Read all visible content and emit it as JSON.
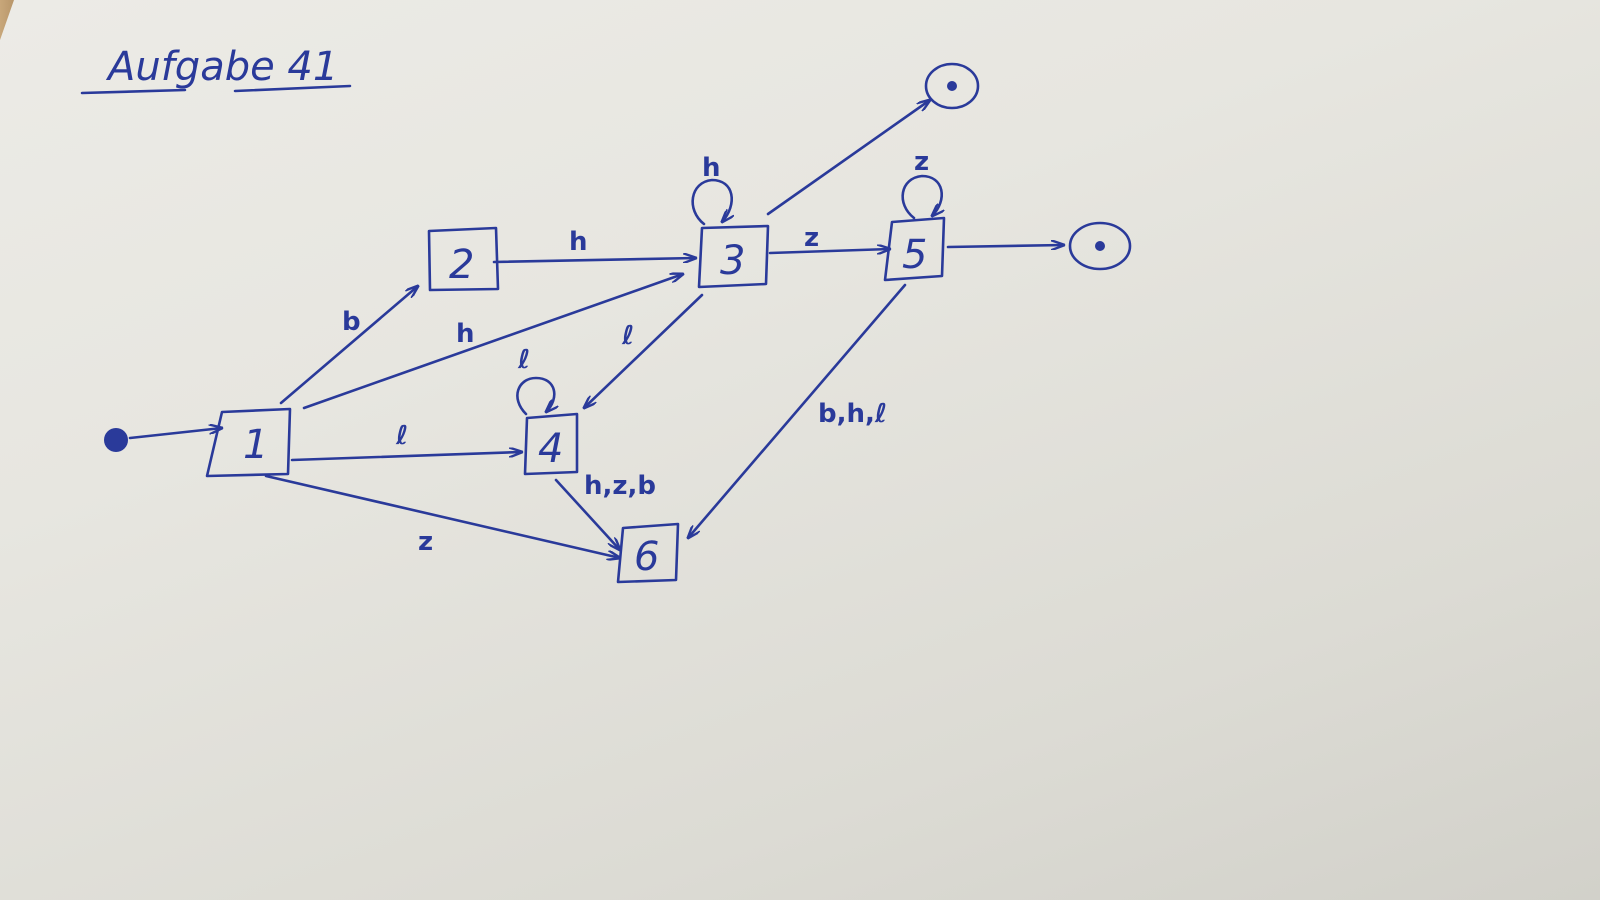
{
  "title": "Aufgabe 41",
  "states": [
    {
      "id": "s1",
      "label": "1"
    },
    {
      "id": "s2",
      "label": "2"
    },
    {
      "id": "s3",
      "label": "3"
    },
    {
      "id": "s4",
      "label": "4"
    },
    {
      "id": "s5",
      "label": "5"
    },
    {
      "id": "s6",
      "label": "6"
    }
  ],
  "edges": [
    {
      "from": "start",
      "to": "1",
      "label": ""
    },
    {
      "from": "1",
      "to": "2",
      "label": "b"
    },
    {
      "from": "1",
      "to": "3",
      "label": "h"
    },
    {
      "from": "1",
      "to": "4",
      "label": "ℓ"
    },
    {
      "from": "1",
      "to": "6",
      "label": "z"
    },
    {
      "from": "2",
      "to": "3",
      "label": "h"
    },
    {
      "from": "3",
      "to": "3",
      "label": "h"
    },
    {
      "from": "3",
      "to": "4",
      "label": "ℓ"
    },
    {
      "from": "3",
      "to": "5",
      "label": "z"
    },
    {
      "from": "3",
      "to": "final",
      "label": ""
    },
    {
      "from": "4",
      "to": "4",
      "label": "ℓ"
    },
    {
      "from": "4",
      "to": "6",
      "label": "h,z,b"
    },
    {
      "from": "5",
      "to": "5",
      "label": "z"
    },
    {
      "from": "5",
      "to": "final",
      "label": ""
    },
    {
      "from": "5",
      "to": "6",
      "label": "b,h,ℓ"
    }
  ]
}
